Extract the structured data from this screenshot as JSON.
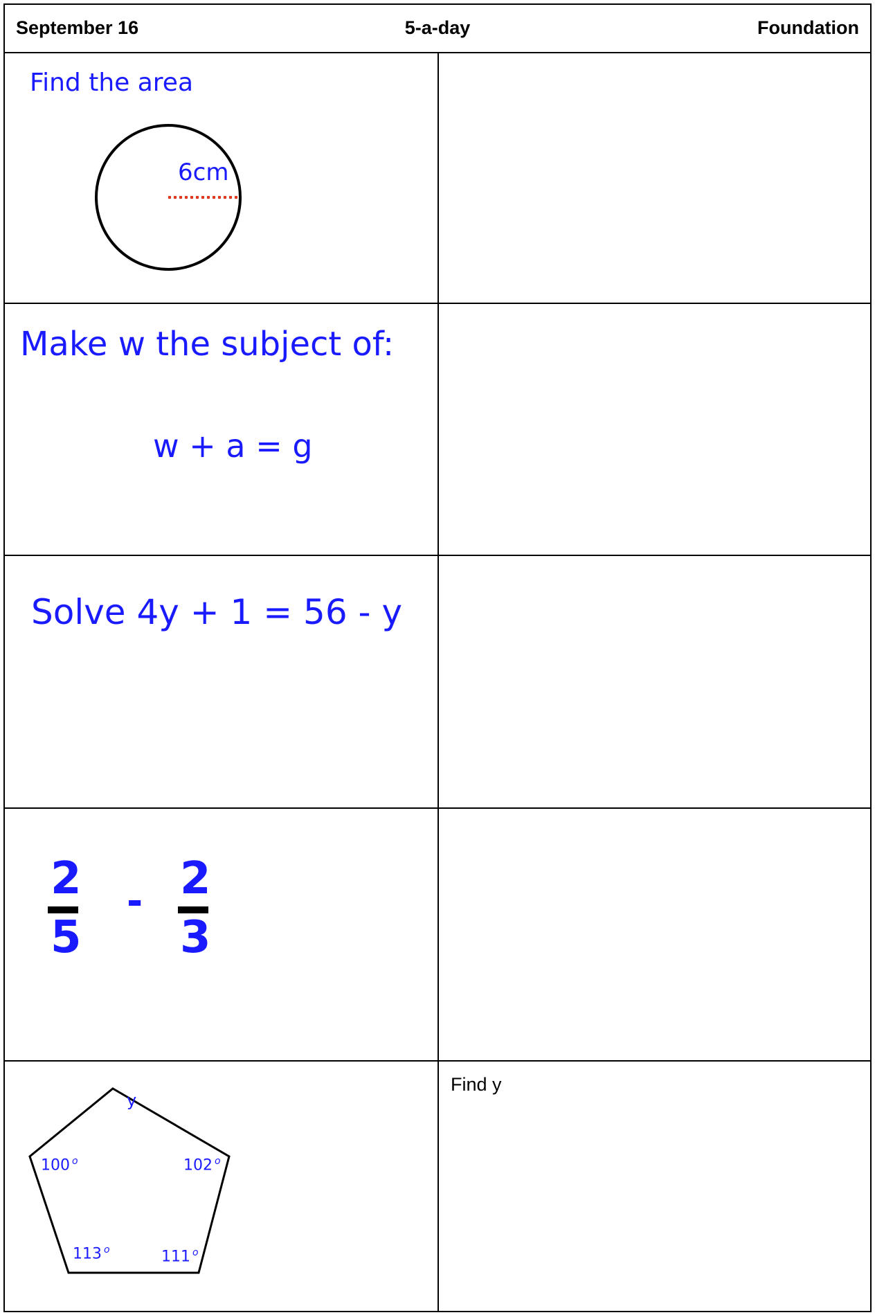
{
  "header": {
    "date": "September 16",
    "title": "5-a-day",
    "level": "Foundation"
  },
  "questions": [
    {
      "prompt": "Find the area",
      "radius_label": "6cm"
    },
    {
      "prompt": "Make w the subject of:",
      "equation": "w + a = g"
    },
    {
      "prompt": "Solve 4y + 1 = 56 - y"
    },
    {
      "fraction_a": {
        "numerator": "2",
        "denominator": "5"
      },
      "operator": "-",
      "fraction_b": {
        "numerator": "2",
        "denominator": "3"
      }
    },
    {
      "prompt": "Find y",
      "pentagon_angles": {
        "top": "y",
        "left": "100",
        "right": "102",
        "bottom_left": "113",
        "bottom_right": "111",
        "degree_mark": "o"
      }
    }
  ],
  "colors": {
    "question_text": "#1a1aff",
    "radius_line": "#e03a1e",
    "border": "#000000"
  }
}
